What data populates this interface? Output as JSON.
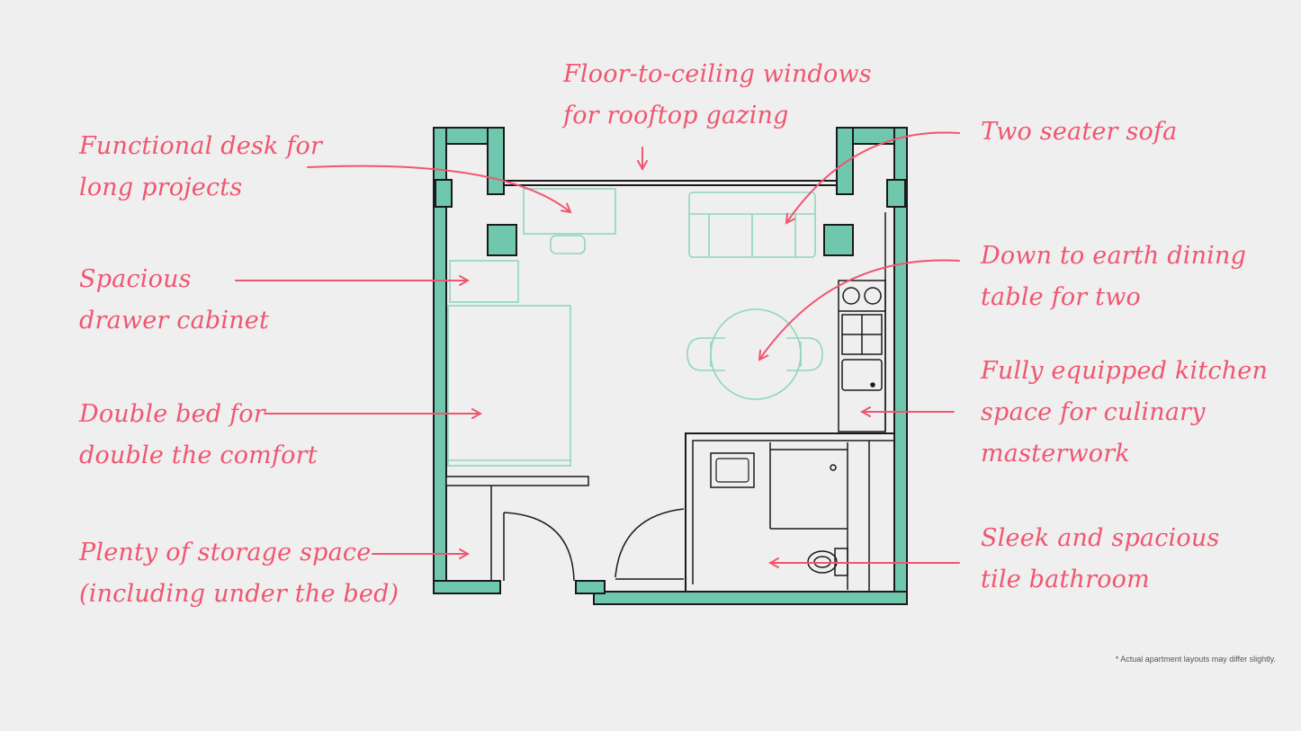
{
  "colors": {
    "background": "#efeff0",
    "wall": "#6fc8ad",
    "wall_outline": "#1a1a1a",
    "furniture": "#8fd6bf",
    "annotation": "#f0566f"
  },
  "annotations": {
    "windows": {
      "line1": "Floor-to-ceiling windows",
      "line2": "for rooftop gazing"
    },
    "desk": {
      "line1": "Functional desk for",
      "line2": "long projects"
    },
    "sofa": {
      "line1": "Two seater sofa"
    },
    "cabinet": {
      "line1": "Spacious",
      "line2": "drawer cabinet"
    },
    "dining": {
      "line1": "Down to earth dining",
      "line2": "table for two"
    },
    "kitchen": {
      "line1": "Fully equipped kitchen",
      "line2": "space for culinary",
      "line3": "masterwork"
    },
    "bed": {
      "line1": "Double bed for",
      "line2": "double the comfort"
    },
    "storage": {
      "line1": "Plenty of storage space",
      "line2": "(including under the bed)"
    },
    "bathroom": {
      "line1": "Sleek and spacious",
      "line2": "tile bathroom"
    }
  },
  "footnote": "* Actual apartment layouts may differ slightly."
}
